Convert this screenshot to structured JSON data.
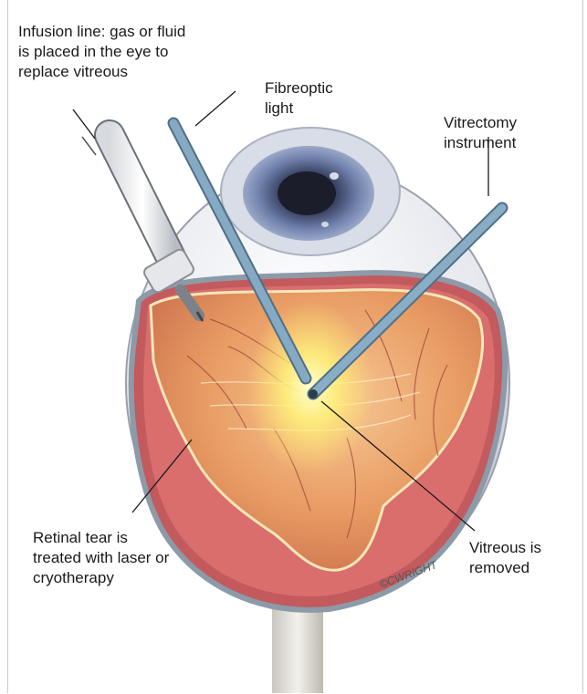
{
  "labels": {
    "infusion": "Infusion line: gas or fluid\nis placed in the eye to\nreplace vitreous",
    "fibreoptic": "Fibreoptic\nlight",
    "vitrectomy": "Vitrectomy\ninstrument",
    "retinal_tear": "Retinal tear is\ntreated with laser or\ncryotherapy",
    "vitreous_removed": "Vitreous is\nremoved"
  },
  "signature": "©CWRIGHT",
  "colors": {
    "sclera": "#f2f3f6",
    "choroid": "#c9575c",
    "retina": "#e9a671",
    "iris": "#5d6e99",
    "instrument": "#7ea3bd",
    "light": "#fff48a"
  }
}
